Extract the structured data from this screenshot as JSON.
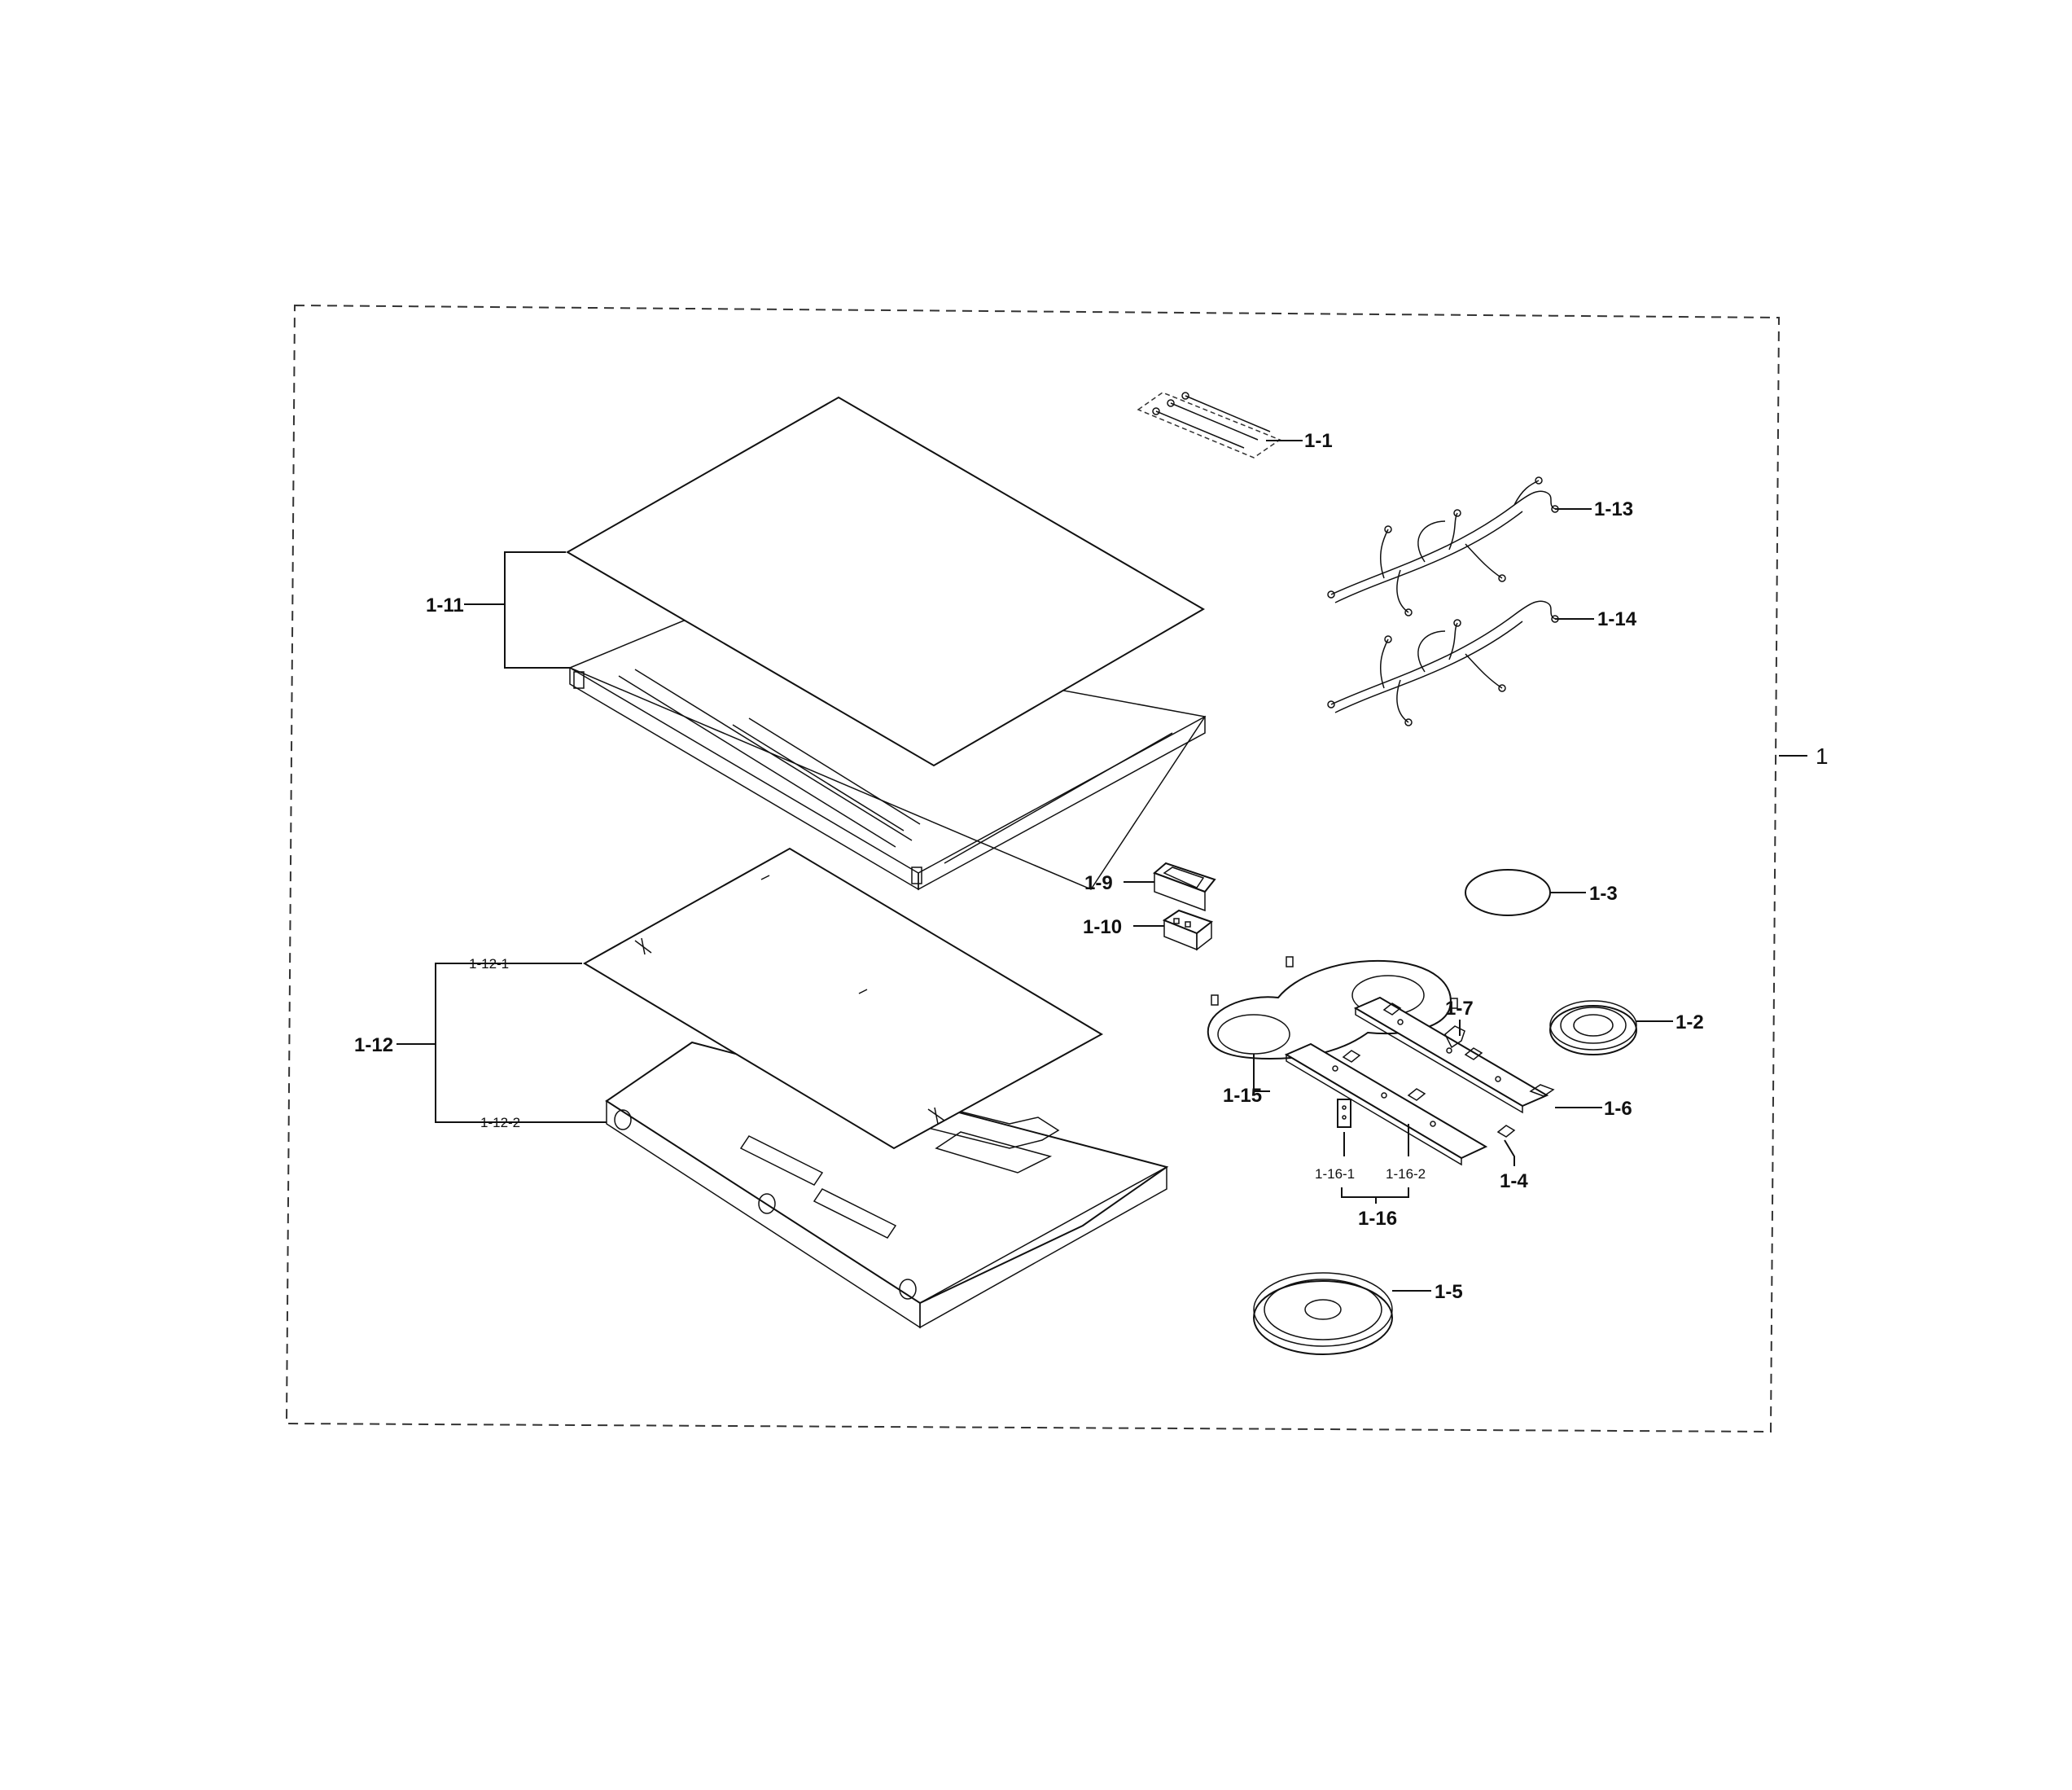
{
  "diagram": {
    "labels": {
      "main": "1",
      "p1_1": "1-1",
      "p1_2": "1-2",
      "p1_3": "1-3",
      "p1_4": "1-4",
      "p1_5": "1-5",
      "p1_6": "1-6",
      "p1_7": "1-7",
      "p1_9": "1-9",
      "p1_10": "1-10",
      "p1_11": "1-11",
      "p1_12": "1-12",
      "p1_12_1": "1-12-1",
      "p1_12_2": "1-12-2",
      "p1_13": "1-13",
      "p1_14": "1-14",
      "p1_15": "1-15",
      "p1_16": "1-16",
      "p1_16_1": "1-16-1",
      "p1_16_2": "1-16-2"
    }
  }
}
